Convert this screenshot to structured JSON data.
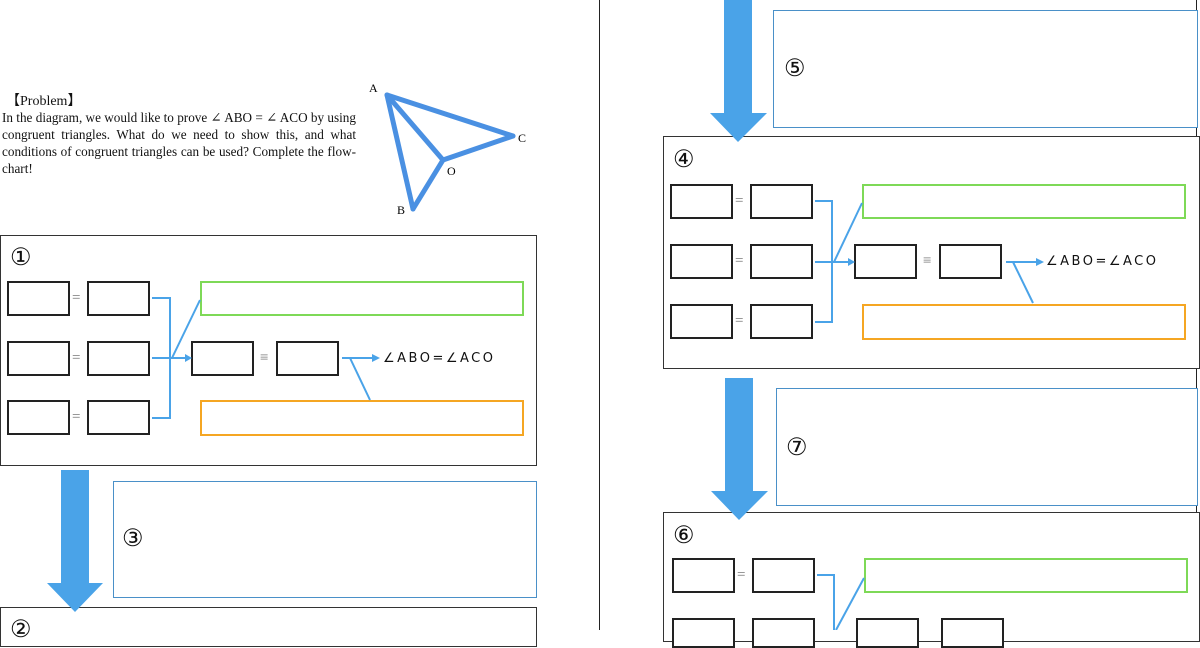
{
  "problem": {
    "title": "【Problem】",
    "text": "In the diagram, we would like to prove ∠ ABO = ∠ ACO by using congruent triangles. What do we need to show this, and what conditions of congruent triangles can be used? Complete the flow-chart!"
  },
  "diagram": {
    "points": {
      "A": "A",
      "B": "B",
      "C": "C",
      "O": "O"
    }
  },
  "flow": {
    "conclusion": "∠ABO=∠ACO",
    "equal_sign": "=",
    "congruent_sign": "≡",
    "labels": {
      "n1": "①",
      "n2": "②",
      "n3": "③",
      "n4": "④",
      "n5": "⑤",
      "n6": "⑥",
      "n7": "⑦"
    }
  },
  "colors": {
    "arrow": "#4aa3e8",
    "green_box": "#7ed957",
    "orange_box": "#f5a623",
    "triangle": "#4a90e2"
  }
}
